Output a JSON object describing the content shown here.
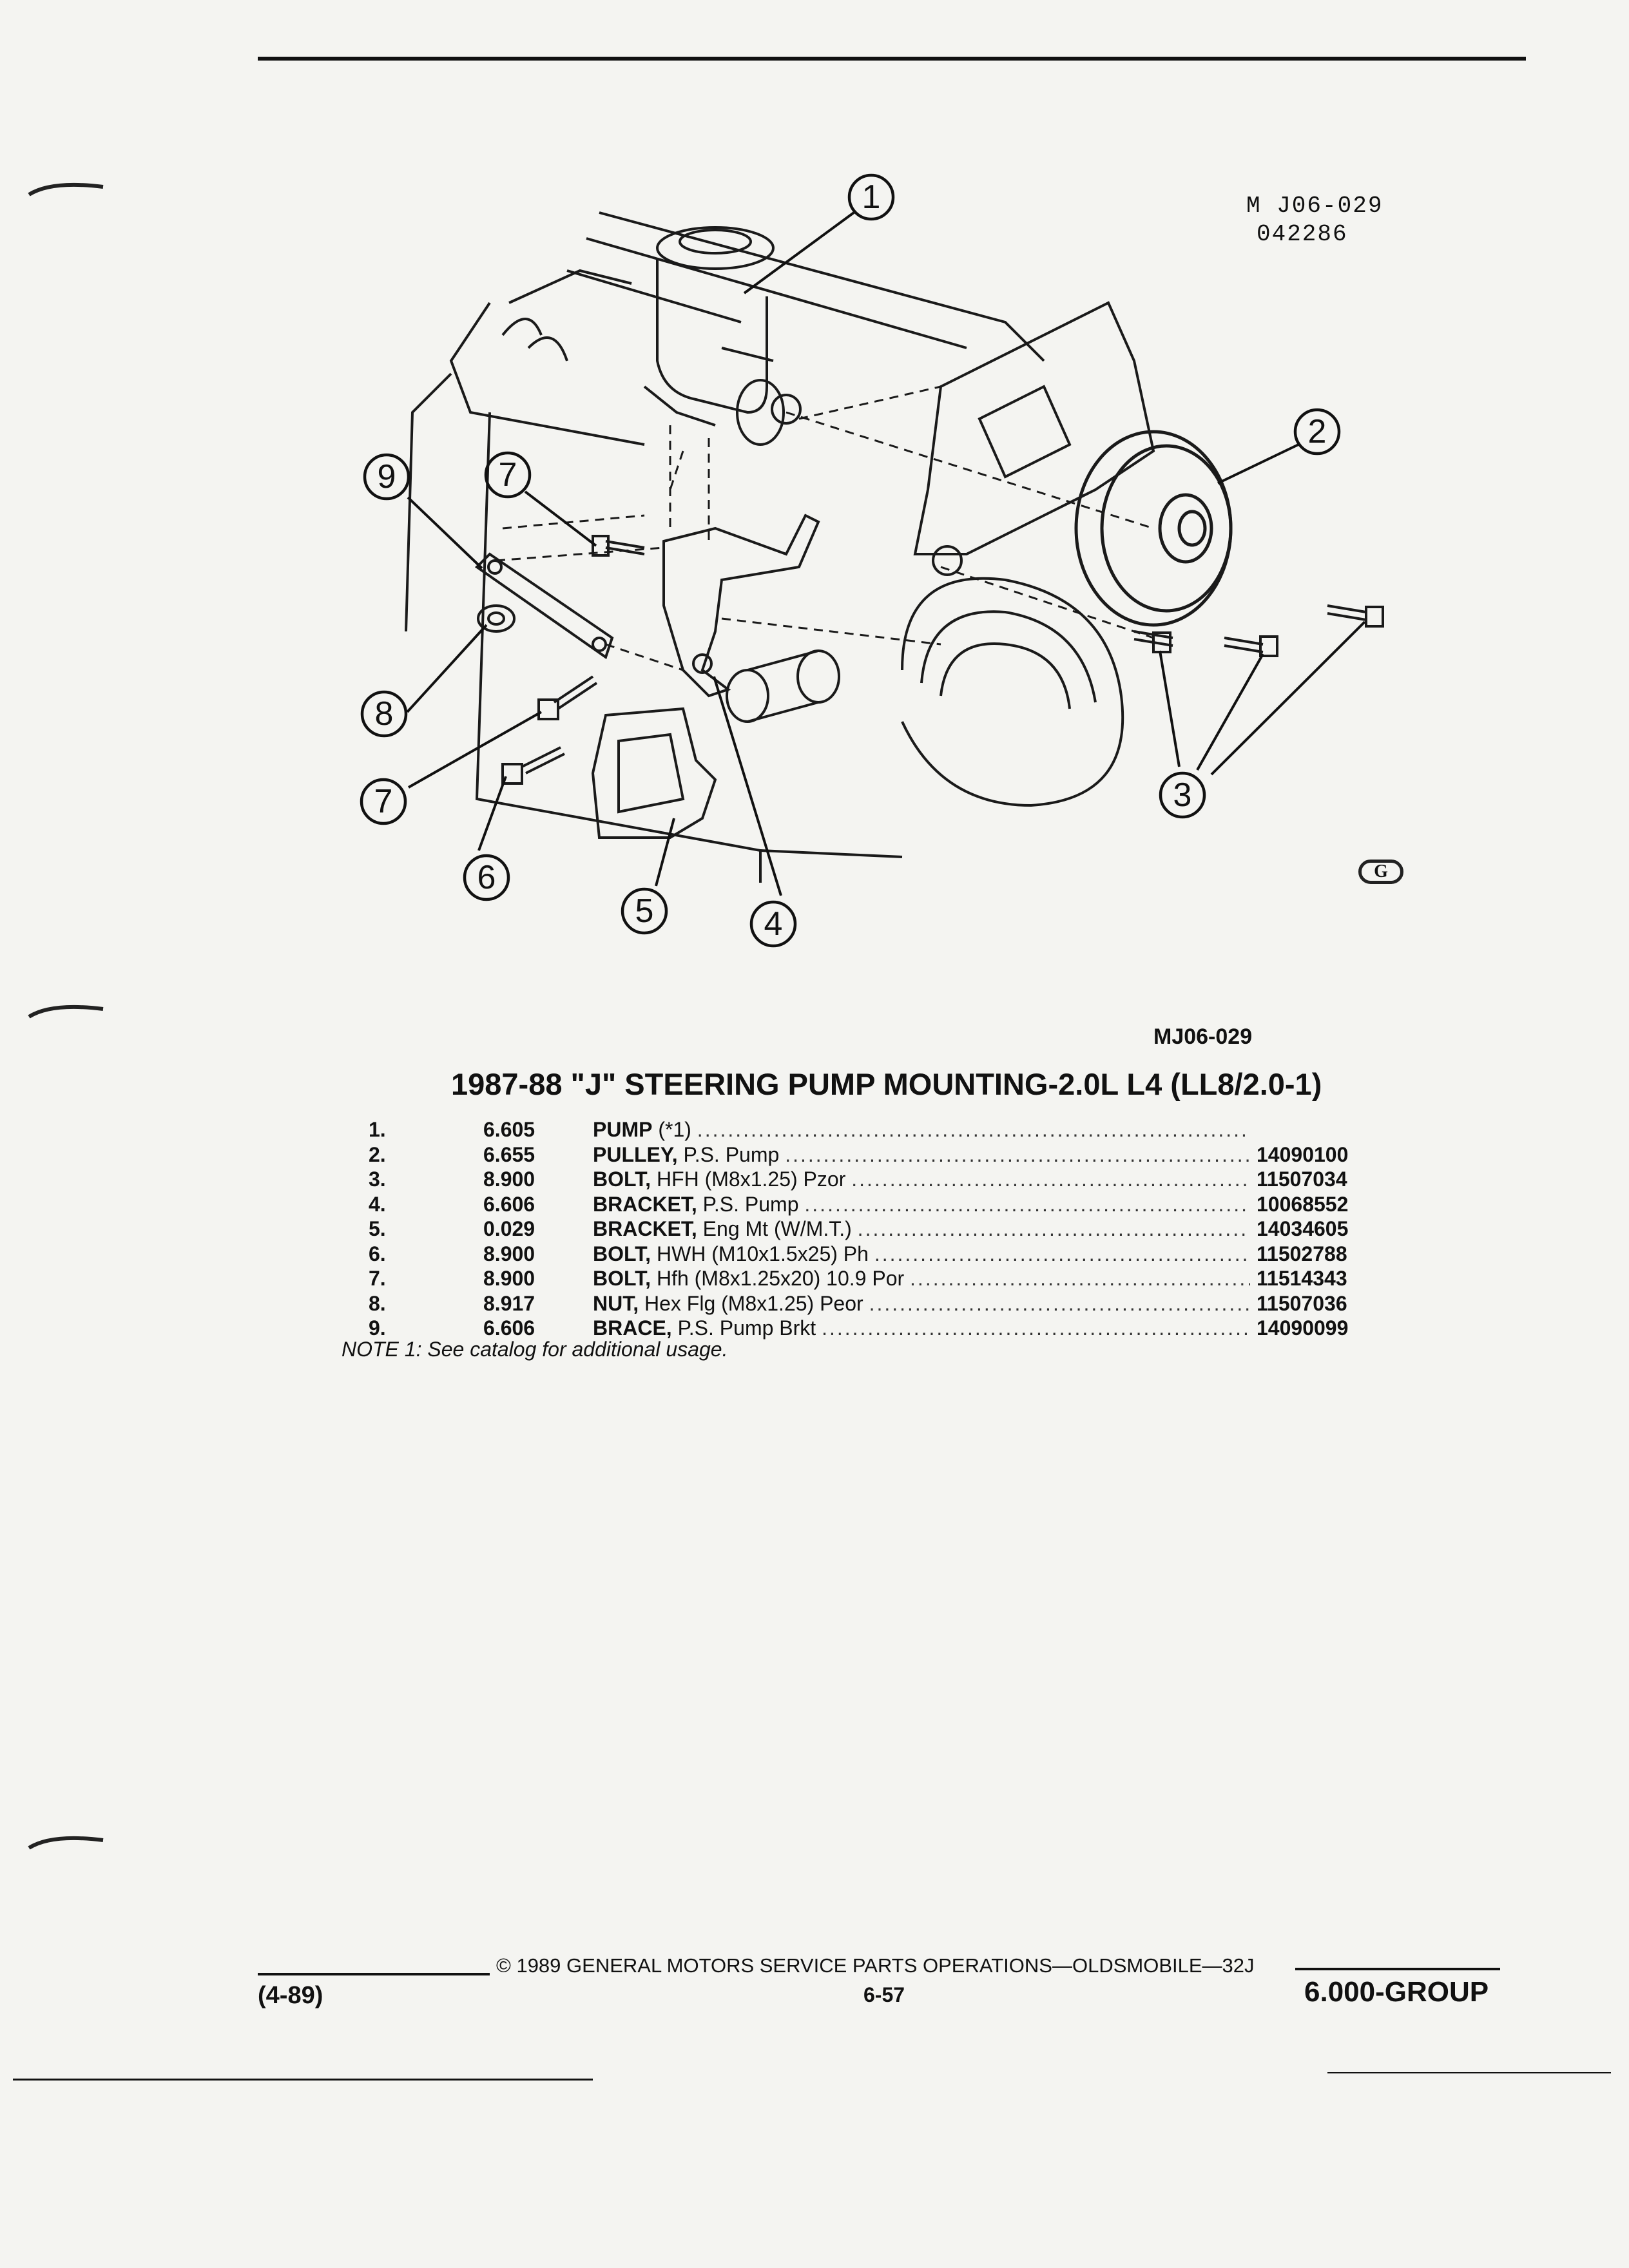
{
  "header": {
    "ref_code_line1": "M J06-029",
    "ref_code_line2": "042286"
  },
  "diagram": {
    "callouts": [
      "1",
      "2",
      "3",
      "4",
      "5",
      "6",
      "7",
      "7",
      "8",
      "9"
    ],
    "figure_id": "MJ06-029",
    "logo": "G"
  },
  "title": "1987-88 \"J\" STEERING PUMP MOUNTING-2.0L L4 (LL8/2.0-1)",
  "parts": [
    {
      "no": "1.",
      "group": "6.605",
      "name": "PUMP",
      "detail": "(*1)",
      "part_number": ""
    },
    {
      "no": "2.",
      "group": "6.655",
      "name": "PULLEY,",
      "detail": "P.S. Pump",
      "part_number": "14090100"
    },
    {
      "no": "3.",
      "group": "8.900",
      "name": "BOLT,",
      "detail": "HFH (M8x1.25) Pzor",
      "part_number": "11507034"
    },
    {
      "no": "4.",
      "group": "6.606",
      "name": "BRACKET,",
      "detail": "P.S. Pump",
      "part_number": "10068552"
    },
    {
      "no": "5.",
      "group": "0.029",
      "name": "BRACKET,",
      "detail": "Eng Mt (W/M.T.)",
      "part_number": "14034605"
    },
    {
      "no": "6.",
      "group": "8.900",
      "name": "BOLT,",
      "detail": "HWH (M10x1.5x25) Ph",
      "part_number": "11502788"
    },
    {
      "no": "7.",
      "group": "8.900",
      "name": "BOLT,",
      "detail": "Hfh (M8x1.25x20) 10.9 Por",
      "part_number": "11514343"
    },
    {
      "no": "8.",
      "group": "8.917",
      "name": "NUT,",
      "detail": "Hex Flg (M8x1.25) Peor",
      "part_number": "11507036"
    },
    {
      "no": "9.",
      "group": "6.606",
      "name": "BRACE,",
      "detail": "P.S. Pump Brkt",
      "part_number": "14090099"
    }
  ],
  "note": "NOTE 1: See catalog for additional usage.",
  "footer": {
    "copyright": "© 1989 GENERAL MOTORS SERVICE PARTS OPERATIONS—OLDSMOBILE—32J",
    "edition": "(4-89)",
    "page": "6-57",
    "group": "6.000-GROUP"
  }
}
